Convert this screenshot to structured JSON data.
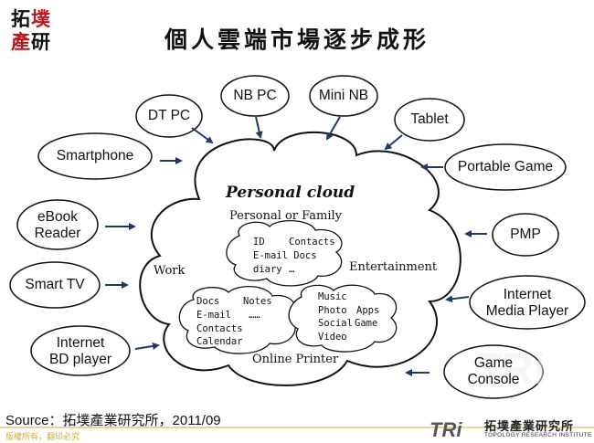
{
  "logo": {
    "line1_a": "拓",
    "line1_b": "墣",
    "line2_a": "產",
    "line2_b": "研"
  },
  "title": "個人雲端市場逐步成形",
  "cloud": {
    "title": "Personal cloud",
    "subtitle": "Personal or Family",
    "work_label": "Work",
    "entertainment_label": "Entertainment",
    "printer_label": "Online Printer",
    "personal_items": {
      "id": "ID",
      "contacts": "Contacts",
      "email_docs": "E-mail Docs",
      "diary": "diary",
      "more": "…"
    },
    "work_items": {
      "docs": "Docs",
      "notes": "Notes",
      "email": "E-mail",
      "more": "……",
      "contacts": "Contacts",
      "calendar": "Calendar"
    },
    "ent_items": {
      "music": "Music",
      "photo": "Photo",
      "apps": "Apps",
      "social": "Social",
      "game": "Game",
      "video": "Video"
    }
  },
  "devices": {
    "dt_pc": "DT PC",
    "nb_pc": "NB PC",
    "mini_nb": "Mini NB",
    "tablet": "Tablet",
    "smartphone": "Smartphone",
    "portable_game": "Portable Game",
    "ebook_line1": "eBook",
    "ebook_line2": "Reader",
    "pmp": "PMP",
    "smart_tv": "Smart TV",
    "imp_line1": "Internet",
    "imp_line2": "Media Player",
    "ibd_line1": "Internet",
    "ibd_line2": "BD player",
    "gc_line1": "Game",
    "gc_line2": "Console"
  },
  "footer": {
    "source": "Source：拓墣產業研究所，2011/09",
    "copyright": "版權所有，翻印必究",
    "tri_logo": "TRi",
    "tri_cn": "拓墣產業研究所",
    "tri_en": "TOPOLOGY RESEARCH INSTITUTE"
  },
  "colors": {
    "arrow": "#1f3a68",
    "logo_red": "#c0161d",
    "copyright": "#d6a93a"
  }
}
